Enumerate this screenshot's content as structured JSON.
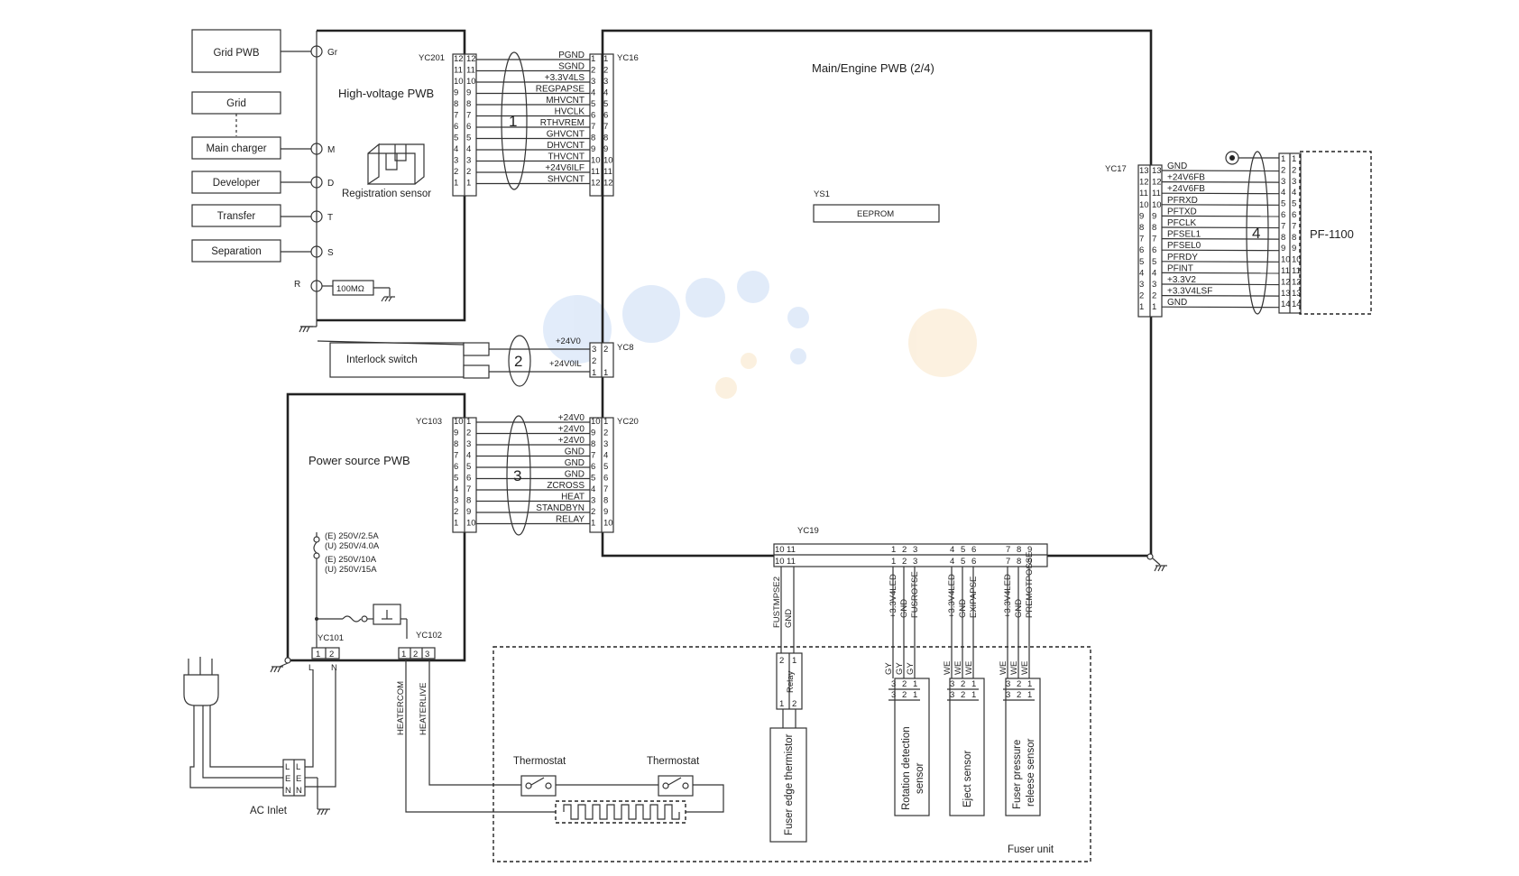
{
  "blocks": {
    "grid_pwb": "Grid PWB",
    "grid": "Grid",
    "main_charger": "Main charger",
    "developer": "Developer",
    "transfer": "Transfer",
    "separation": "Separation",
    "hv_pwb": "High-voltage PWB",
    "reg_sensor": "Registration sensor",
    "resistor": "100MΩ",
    "interlock": "Interlock switch",
    "power_pwb": "Power source PWB",
    "main_pwb": "Main/Engine PWB (2/4)",
    "ys1": "YS1",
    "eeprom": "EEPROM",
    "pf": "PF-1100",
    "ac_inlet": "AC Inlet",
    "fuser_unit": "Fuser unit",
    "thermostat1": "Thermostat",
    "thermostat2": "Thermostat",
    "relay": "Relay",
    "fuser_edge": "Fuser edge thermistor",
    "rot_sensor_1": "Rotation detection",
    "rot_sensor_2": "sensor",
    "eject_sensor": "Eject sensor",
    "fuser_press_1": "Fuser pressure",
    "fuser_press_2": "releese sensor"
  },
  "hv_terminals": [
    "Gr",
    "M",
    "D",
    "T",
    "S",
    "R"
  ],
  "fuses": [
    "(E) 250V/2.5A",
    "(U) 250V/4.0A",
    "(E) 250V/10A",
    "(U) 250V/15A"
  ],
  "connectors": {
    "yc201": "YC201",
    "yc16": "YC16",
    "yc8": "YC8",
    "yc103": "YC103",
    "yc20": "YC20",
    "yc17": "YC17",
    "yc19": "YC19",
    "yc101": "YC101",
    "yc102": "YC102"
  },
  "harness_labels": [
    "1",
    "2",
    "3",
    "4"
  ],
  "yc16_signals": [
    "PGND",
    "SGND",
    "+3.3V4LS",
    "REGPAPSE",
    "MHVCNT",
    "HVCLK",
    "RTHVREM",
    "GHVCNT",
    "DHVCNT",
    "THVCNT",
    "+24V6ILF",
    "SHVCNT"
  ],
  "yc201_left_pins": [
    "12",
    "11",
    "10",
    "9",
    "8",
    "7",
    "6",
    "5",
    "4",
    "3",
    "2",
    "1"
  ],
  "yc201_right_pins": [
    "12",
    "11",
    "10",
    "9",
    "8",
    "7",
    "6",
    "5",
    "4",
    "3",
    "2",
    "1"
  ],
  "yc16_left_pins": [
    "1",
    "2",
    "3",
    "4",
    "5",
    "6",
    "7",
    "8",
    "9",
    "10",
    "11",
    "12"
  ],
  "yc16_right_pins": [
    "1",
    "2",
    "3",
    "4",
    "5",
    "6",
    "7",
    "8",
    "9",
    "10",
    "11",
    "12"
  ],
  "yc8_signals": [
    "+24V0",
    "+24V0IL"
  ],
  "yc8_left_pins": [
    "3",
    "2",
    "1"
  ],
  "yc8_right_pins": [
    "2",
    "",
    "1"
  ],
  "yc20_signals": [
    "+24V0",
    "+24V0",
    "+24V0",
    "GND",
    "GND",
    "GND",
    "ZCROSS",
    "HEAT",
    "STANDBYN",
    "RELAY"
  ],
  "yc103_left_pins": [
    "10",
    "9",
    "8",
    "7",
    "6",
    "5",
    "4",
    "3",
    "2",
    "1"
  ],
  "yc103_right_pins": [
    "1",
    "2",
    "3",
    "4",
    "5",
    "6",
    "7",
    "8",
    "9",
    "10"
  ],
  "yc20_left_pins": [
    "10",
    "9",
    "8",
    "7",
    "6",
    "5",
    "4",
    "3",
    "2",
    "1"
  ],
  "yc20_right_pins": [
    "1",
    "2",
    "3",
    "4",
    "5",
    "6",
    "7",
    "8",
    "9",
    "10"
  ],
  "yc17_signals": [
    "GND",
    "+24V6FB",
    "+24V6FB",
    "PFRXD",
    "PFTXD",
    "PFCLK",
    "PFSEL1",
    "PFSEL0",
    "PFRDY",
    "PFINT",
    "+3.3V2",
    "+3.3V4LSF",
    "GND"
  ],
  "yc17_left_pins": [
    "13",
    "12",
    "11",
    "10",
    "9",
    "8",
    "7",
    "6",
    "5",
    "4",
    "3",
    "2",
    "1"
  ],
  "yc17_right_pins": [
    "13",
    "12",
    "11",
    "10",
    "9",
    "8",
    "7",
    "6",
    "5",
    "4",
    "3",
    "2",
    "1"
  ],
  "pf_left_pins": [
    "1",
    "2",
    "3",
    "4",
    "5",
    "6",
    "7",
    "8",
    "9",
    "10",
    "11",
    "12",
    "13",
    "14"
  ],
  "pf_right_pins": [
    "1",
    "2",
    "3",
    "4",
    "5",
    "6",
    "7",
    "8",
    "9",
    "10",
    "11",
    "12",
    "13",
    "14"
  ],
  "yc19_groups": [
    {
      "top": [
        "10",
        "11"
      ],
      "bottom": [
        "10",
        "11"
      ],
      "signals": [
        "FUSTMPSE2",
        "GND"
      ]
    },
    {
      "top": [
        "1",
        "2",
        "3"
      ],
      "bottom": [
        "1",
        "2",
        "3"
      ],
      "signals": [
        "+3.3V4LED",
        "GND",
        "FUSROTSE"
      ]
    },
    {
      "top": [
        "4",
        "5",
        "6"
      ],
      "bottom": [
        "4",
        "5",
        "6"
      ],
      "signals": [
        "+3.3V4LED",
        "GND",
        "EXIPAPSE"
      ]
    },
    {
      "top": [
        "7",
        "8",
        "9"
      ],
      "bottom": [
        "7",
        "8",
        "9"
      ],
      "signals": [
        "+3.3V4LED",
        "GND",
        "PREMOTPOSSE"
      ]
    }
  ],
  "sensor_groups": [
    {
      "wires": [
        "GY",
        "GY",
        "GY"
      ],
      "pins_a": [
        "3",
        "2",
        "1"
      ],
      "pins_b": [
        "3",
        "2",
        "1"
      ]
    },
    {
      "wires": [
        "WE",
        "WE",
        "WE"
      ],
      "pins_a": [
        "3",
        "2",
        "1"
      ],
      "pins_b": [
        "3",
        "2",
        "1"
      ]
    },
    {
      "wires": [
        "WE",
        "WE",
        "WE"
      ],
      "pins_a": [
        "3",
        "2",
        "1"
      ],
      "pins_b": [
        "3",
        "2",
        "1"
      ]
    }
  ],
  "relay_pins_top": [
    "2",
    "1"
  ],
  "relay_pins_bottom": [
    "1",
    "2"
  ],
  "yc101_pins": [
    "1",
    "2"
  ],
  "yc101_wires": [
    "L",
    "N"
  ],
  "yc102_pins": [
    "1",
    "2",
    "3"
  ],
  "yc102_wires": [
    "HEATERCOM",
    "HEATERLIVE"
  ],
  "ac_inlet_pins": [
    "L",
    "E",
    "N",
    "L",
    "E",
    "N"
  ]
}
